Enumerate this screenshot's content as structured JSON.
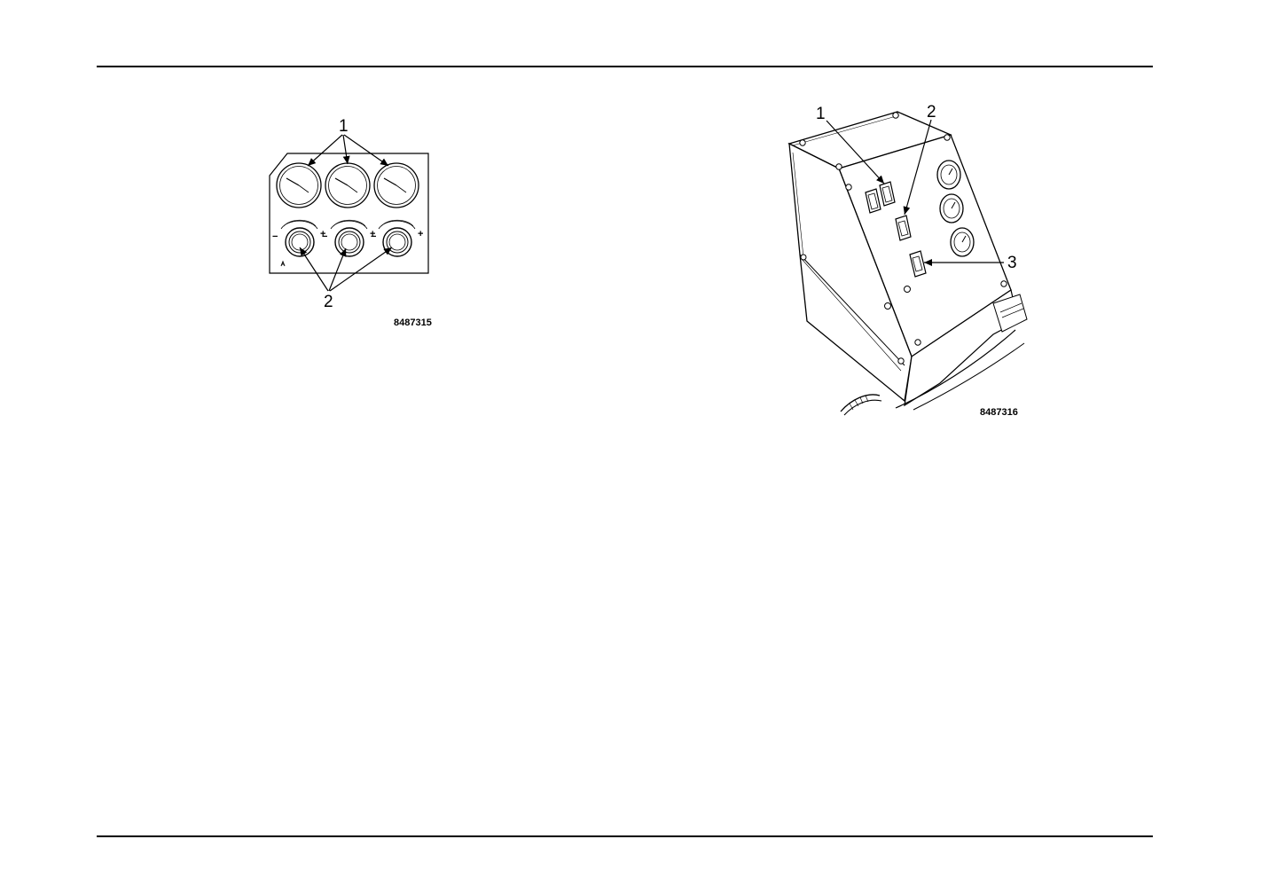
{
  "figure_left": {
    "figure_id": "8487315",
    "callouts": {
      "gauges": "1",
      "knobs": "2"
    },
    "knob_minus": "−",
    "knob_plus": "+"
  },
  "figure_right": {
    "figure_id": "8487316",
    "callouts": {
      "switch_pair": "1",
      "center_switch": "2",
      "lower_switch": "3"
    }
  }
}
